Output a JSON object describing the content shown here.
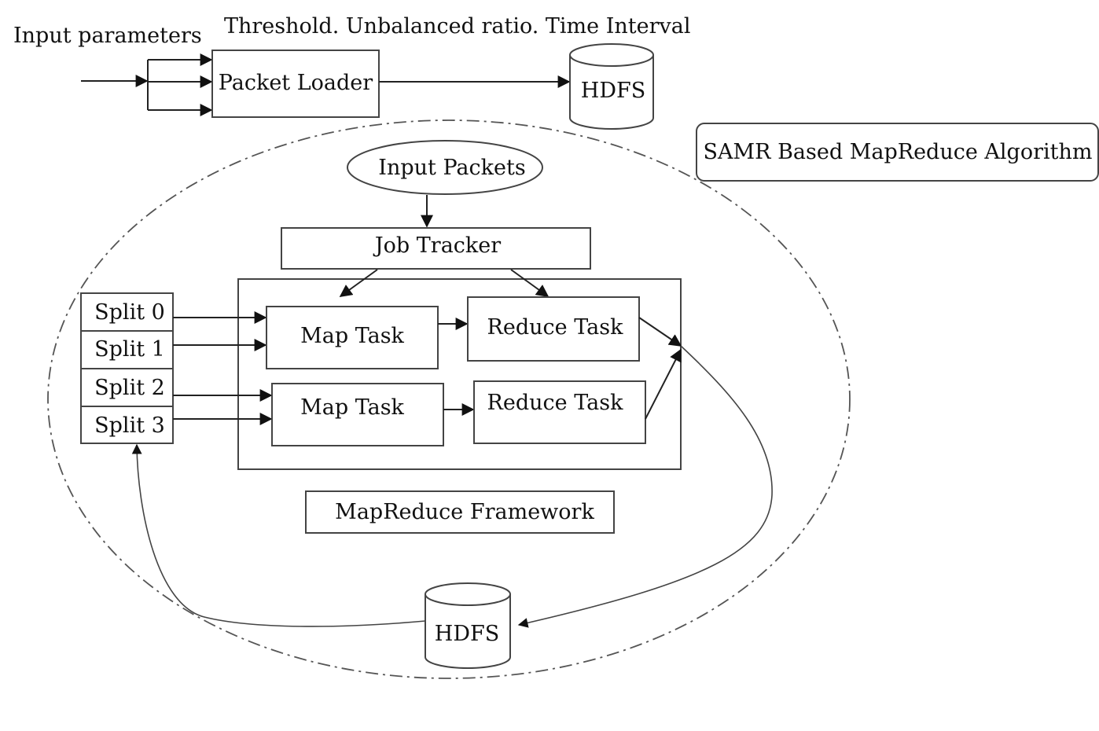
{
  "input_parameters_label": "Input parameters",
  "thresholds_label": "Threshold. Unbalanced ratio. Time Interval",
  "packet_loader_label": "Packet Loader",
  "hdfs_top_label": "HDFS",
  "samr_label": "SAMR Based MapReduce Algorithm",
  "input_packets_label": "Input Packets",
  "job_tracker_label": "Job Tracker",
  "splits": [
    "Split 0",
    "Split 1",
    "Split 2",
    "Split 3"
  ],
  "map_task_1_label": "Map Task",
  "map_task_2_label": "Map Task",
  "reduce_task_1_label": "Reduce Task",
  "reduce_task_2_label": "Reduce Task",
  "framework_label": "MapReduce Framework",
  "hdfs_bottom_label": "HDFS",
  "colors": {
    "stroke": "#222222",
    "box_stroke": "#444444",
    "text": "#111111",
    "background": "#ffffff"
  }
}
